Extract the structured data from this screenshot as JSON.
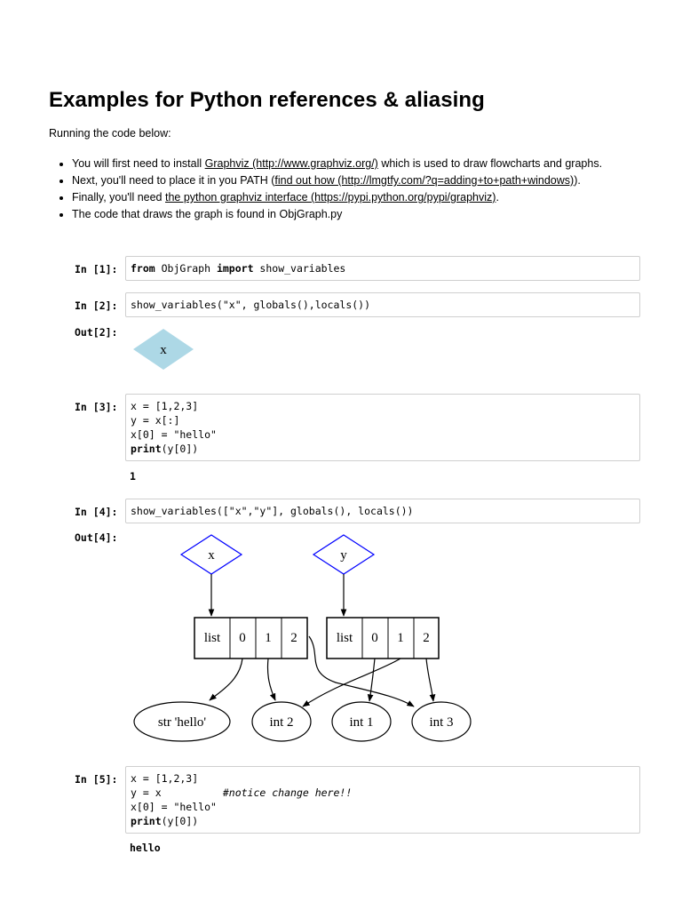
{
  "title": "Examples for Python references & aliasing",
  "intro": "Running the code below:",
  "bullets": [
    {
      "pre": "You will first need to install ",
      "link": "Graphviz (http://www.graphviz.org/)",
      "post": " which is used to draw flowcharts and graphs."
    },
    {
      "pre": "Next, you'll need to place it in you PATH (",
      "link": "find out how (http://lmgtfy.com/?q=adding+to+path+windows)",
      "post": ")."
    },
    {
      "pre": "Finally, you'll need ",
      "link": "the python graphviz interface (https://pypi.python.org/pypi/graphviz)",
      "post": "."
    },
    {
      "pre": "The code that draws the graph is found in ObjGraph.py",
      "link": "",
      "post": ""
    }
  ],
  "cells": {
    "c1": {
      "prompt": "In [1]:",
      "kw1": "from",
      "mid": " ObjGraph ",
      "kw2": "import",
      "rest": " show_variables"
    },
    "c2": {
      "prompt": "In [2]:",
      "code": "show_variables(\"x\", globals(),locals())",
      "out_prompt": "Out[2]:"
    },
    "c3": {
      "prompt": "In [3]:",
      "l1": "x = [1,2,3]",
      "l2": "y = x[:]",
      "l3": "x[0] = \"hello\"",
      "l4a": "print",
      "l4b": "(y[0])",
      "output": "1"
    },
    "c4": {
      "prompt": "In [4]:",
      "code": "show_variables([\"x\",\"y\"], globals(), locals())",
      "out_prompt": "Out[4]:"
    },
    "c5": {
      "prompt": "In [5]:",
      "l1": "x = [1,2,3]",
      "l2": "y = x          ",
      "l2c": "#notice change here!!",
      "l3": "x[0] = \"hello\"",
      "l4a": "print",
      "l4b": "(y[0])",
      "output": "hello"
    }
  },
  "graph1": {
    "node": "x",
    "fill": "#add8e6"
  },
  "graph2": {
    "var_x": "x",
    "var_y": "y",
    "list1": [
      "list",
      "0",
      "1",
      "2"
    ],
    "list2": [
      "list",
      "0",
      "1",
      "2"
    ],
    "nodes": [
      "str 'hello'",
      "int 2",
      "int 1",
      "int 3"
    ],
    "diamond_color": "#0000ff"
  }
}
